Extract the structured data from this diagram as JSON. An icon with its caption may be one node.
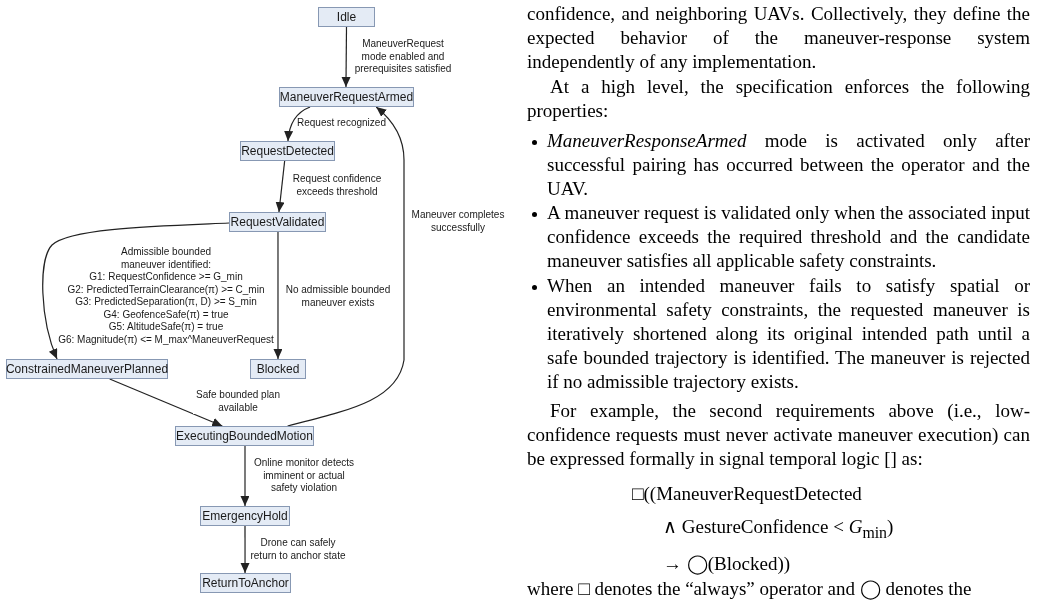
{
  "diagram": {
    "nodes": [
      {
        "text": [
          "Idle"
        ]
      },
      {
        "text": [
          "ManeuverRequestArmed"
        ]
      },
      {
        "text": [
          "RequestDetected"
        ]
      },
      {
        "text": [
          "RequestValidated"
        ]
      },
      {
        "text": [
          "ConstrainedManeuverPlanned"
        ]
      },
      {
        "text": [
          "Blocked"
        ]
      },
      {
        "text": [
          "ExecutingBoundedMotion"
        ]
      },
      {
        "text": [
          "EmergencyHold"
        ]
      },
      {
        "text": [
          "ReturnToAnchor"
        ]
      }
    ],
    "edges": [
      {
        "from": 0,
        "to": 1,
        "arrow": "to",
        "label": "ManeuverRequest mode enabled and prerequisites satisfied"
      },
      {
        "from": 1,
        "to": 2,
        "arrow": "to",
        "label": "Request recognized"
      },
      {
        "from": 2,
        "to": 3,
        "arrow": "to",
        "label": "Request confidence exceeds threshold"
      },
      {
        "from": 3,
        "to": 4,
        "arrow": "to",
        "label": "Admissible bounded maneuver identified: G1: RequestConfidence >= G_min G2: PredictedTerrainClearance(π) >= C_min G3: PredictedSeparation(π, D) >= S_min G4: GeofenceSafe(π) = true G5: AltitudeSafe(π) = true G6: Magnitude(π) <= M_max^ManeuverRequest"
      },
      {
        "from": 3,
        "to": 5,
        "arrow": "to",
        "label": "No admissible bounded maneuver exists"
      },
      {
        "from": 4,
        "to": 6,
        "arrow": "to",
        "label": "Safe bounded plan available"
      },
      {
        "from": 6,
        "to": 1,
        "arrow": "to",
        "label": "Maneuver completes successfully"
      },
      {
        "from": 6,
        "to": 7,
        "arrow": "to",
        "label": "Online monitor detects imminent or actual safety violation"
      },
      {
        "from": 7,
        "to": 8,
        "arrow": "to",
        "label": "Drone can safely return to anchor state"
      }
    ],
    "labels": [
      "confidence, and neighboring UAVs. Collectively, they define the expected behavior of the maneuver-response system independently of any implementation.",
      "At a high level, the specification enforces the following properties:",
      "*ManeuverResponseArmed* mode is activated only after successful pairing has occurred between the operator and the UAV.",
      "A maneuver request is validated only when the associated input confidence exceeds the required threshold and the candidate maneuver satisfies all applicable safety constraints.",
      "When an intended maneuver fails to satisfy spatial or environmental safety constraints, the requested maneuver is iteratively shortened along its original intended path until a safe bounded trajectory is identified. The maneuver is rejected if no admissible trajectory exists.",
      "For example, the second requirements above (i.e., low-confidence requests must never activate maneuver execution) can be expressed formally in signal temporal logic [] as:",
      "□((ManeuverRequestDetected",
      "∧ GestureConfidence < *G*$_{min}$)",
      "→ ◯(Blocked))",
      "where □ denotes the “always” operator and ◯ denotes the"
    ]
  }
}
